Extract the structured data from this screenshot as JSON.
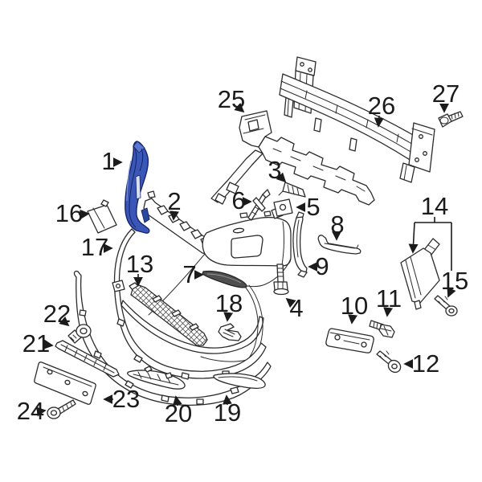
{
  "diagram": {
    "background_color": "#ffffff",
    "line_color": "#2b2b2b",
    "label_color": "#1b1b1b",
    "highlight_fill": "#3a57b8",
    "highlight_outline": "#16246b",
    "highlighted_part": "1"
  },
  "labels": {
    "p1": "1",
    "p2": "2",
    "p3": "3",
    "p4": "4",
    "p5": "5",
    "p6": "6",
    "p7": "7",
    "p8": "8",
    "p9": "9",
    "p10": "10",
    "p11": "11",
    "p12": "12",
    "p13": "13",
    "p14": "14",
    "p15": "15",
    "p16": "16",
    "p17": "17",
    "p18": "18",
    "p19": "19",
    "p20": "20",
    "p21": "21",
    "p22": "22",
    "p23": "23",
    "p24": "24",
    "p25": "25",
    "p26": "26",
    "p27": "27"
  }
}
